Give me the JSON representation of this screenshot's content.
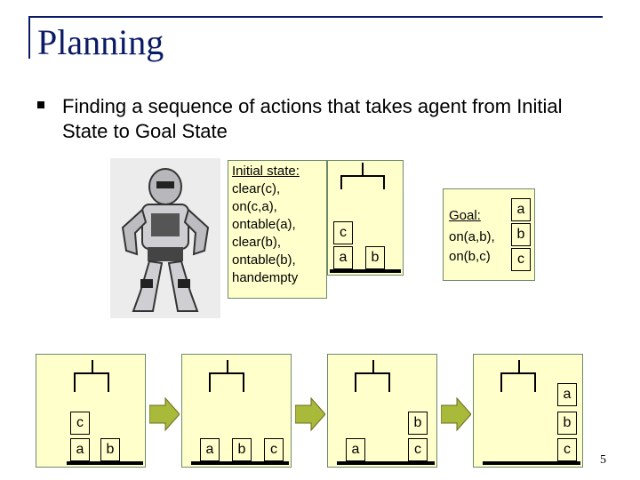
{
  "slide": {
    "title": "Planning",
    "bullet": "Finding a sequence of actions that takes agent from Initial State to Goal State",
    "page_number": "5"
  },
  "initial_state": {
    "lines": [
      "Initial state:",
      "clear(c),",
      "on(c,a),",
      "ontable(a),",
      "clear(b),",
      "ontable(b),",
      "handempty"
    ]
  },
  "goal": {
    "lines": [
      "Goal:",
      "on(a,b),",
      "on(b,c)"
    ],
    "stack": [
      "a",
      "b",
      "c"
    ]
  },
  "blocks": {
    "initial_stack_top": "c",
    "initial_stack_bottom": "a",
    "initial_single": "b"
  },
  "sequence": [
    {
      "blocks": [
        "c",
        "a",
        "b"
      ]
    },
    {
      "blocks": [
        "a",
        "b",
        "c"
      ]
    },
    {
      "blocks": [
        "b",
        "a",
        "c"
      ]
    },
    {
      "blocks": [
        "a",
        "b",
        "c"
      ]
    }
  ]
}
